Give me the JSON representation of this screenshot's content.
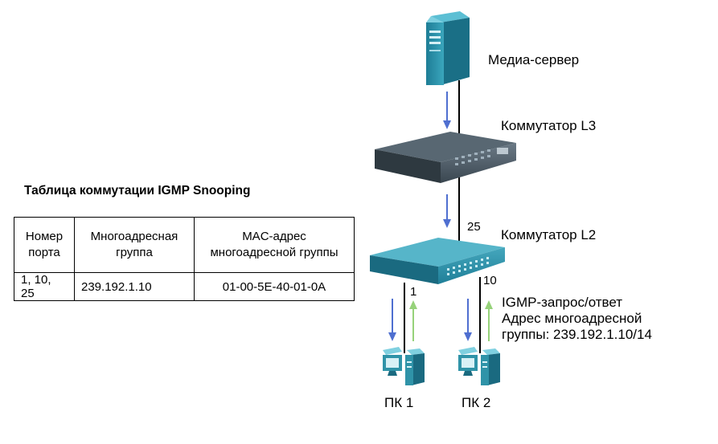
{
  "table": {
    "title": "Таблица коммутации IGMP Snooping",
    "headers": [
      "Номер порта",
      "Многоадресная группа",
      "MAC-адрес многоадресной группы"
    ],
    "rows": [
      [
        "1, 10, 25",
        "239.192.1.10",
        "01-00-5E-40-01-0A"
      ]
    ]
  },
  "devices": {
    "media_server": "Медиа-сервер",
    "switch_l3": "Коммутатор L3",
    "switch_l2": "Коммутатор L2",
    "pc1": "ПК 1",
    "pc2": "ПК 2"
  },
  "ports": {
    "uplink": "25",
    "pc1": "1",
    "pc2": "10"
  },
  "annotation": {
    "line1": "IGMP-запрос/ответ",
    "line2": "Адрес многоадресной",
    "line3": "группы: 239.192.1.10/14"
  },
  "colors": {
    "stream_arrow": "#4f6fd0",
    "igmp_arrow": "#96d27a",
    "device_teal": "#2f93a8",
    "device_dark": "#3c4a54"
  }
}
